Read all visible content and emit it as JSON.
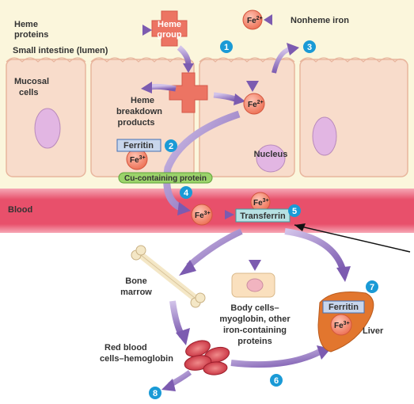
{
  "labels": {
    "heme_proteins": [
      "Heme",
      "proteins"
    ],
    "heme_group": [
      "Heme",
      "group"
    ],
    "nonheme_iron": "Nonheme iron",
    "small_intestine": "Small intestine (lumen)",
    "mucosal_cells": [
      "Mucosal",
      "cells"
    ],
    "heme_breakdown": [
      "Heme",
      "breakdown",
      "products"
    ],
    "ferritin": "Ferritin",
    "nucleus": "Nucleus",
    "cu_protein": "Cu-containing protein",
    "blood": "Blood",
    "transferrin": "Transferrin",
    "bone_marrow": [
      "Bone",
      "marrow"
    ],
    "body_cells": [
      "Body cells–",
      "myoglobin, other",
      "iron-containing",
      "proteins"
    ],
    "liver": "Liver",
    "red_blood_cells": [
      "Red blood",
      "cells–hemoglobin"
    ]
  },
  "ions": {
    "fe2": "Fe",
    "fe2_sup": "2+",
    "fe3": "Fe",
    "fe3_sup": "3+"
  },
  "steps": [
    "1",
    "2",
    "3",
    "4",
    "5",
    "6",
    "7",
    "8"
  ],
  "colors": {
    "lumen": "#fbf6dc",
    "cell": "#f8dccb",
    "cell_border": "#e8b59d",
    "blood": "#e8506b",
    "blood_light": "#f39aaa",
    "cross": "#ec7463",
    "arrow": "#8060b4",
    "step_circle": "#1a9ad6",
    "ferritin_box": "#c8d6ec",
    "transferrin_box": "#b7e1e3",
    "cu_protein": "#9bd36a",
    "ion": "#f48a6e",
    "nucleus": "#e2b6e3",
    "liver": "#e2762e"
  }
}
